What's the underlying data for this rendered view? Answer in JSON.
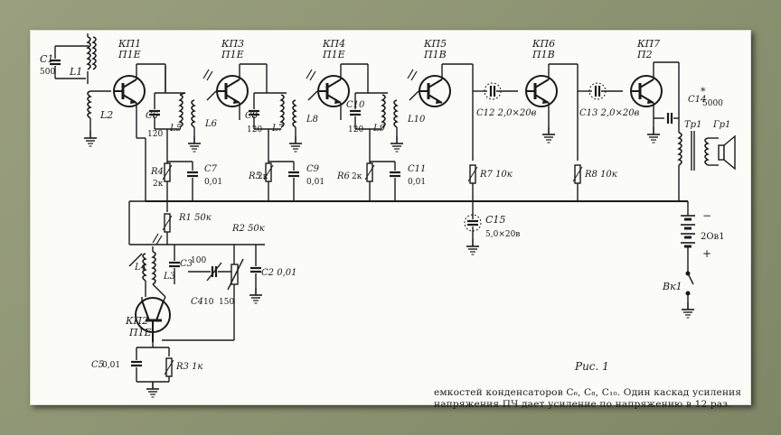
{
  "figure_label": "Рис. 1",
  "caption": "емкостей конденсаторов C₆, C₈, C₁₀. Один каскад усиления напряжения ПЧ дает усиление по напряжению в 12 раз.",
  "transistors": [
    {
      "id": "КП1",
      "type": "П1Е"
    },
    {
      "id": "КП2",
      "type": "П1Е"
    },
    {
      "id": "КП3",
      "type": "П1Е"
    },
    {
      "id": "КП4",
      "type": "П1Е"
    },
    {
      "id": "КП5",
      "type": "П1В"
    },
    {
      "id": "КП6",
      "type": "П1В"
    },
    {
      "id": "КП7",
      "type": "П2"
    }
  ],
  "labels": {
    "c1": "C1",
    "c1_val": "500",
    "l1": "L1",
    "l2": "L2",
    "c6": "C6",
    "c6_val": "120",
    "l5": "L5",
    "l6": "L6",
    "c8": "C8",
    "c8_val": "120",
    "l7": "L7",
    "l8": "L8",
    "c10": "C10",
    "c10_val": "120",
    "l9": "L9",
    "l10": "L10",
    "c12": "C12 2,0×20в",
    "c13": "C13 2,0×20в",
    "c14": "C14",
    "c14_star": "*",
    "c14_val": "5000",
    "tr1": "Тр1",
    "gr1": "Гр1",
    "r4": "R4",
    "r4_val": "2к",
    "c7": "C7",
    "c7_val": "0,01",
    "r5": "R5",
    "r5_val": "2к",
    "c9": "C9",
    "c9_val": "0,01",
    "r6": "R6",
    "r6_val": "2к",
    "c11": "C11",
    "c11_val": "0,01",
    "r7": "R7 10к",
    "r8": "R8 10к",
    "r1": "R1 50к",
    "r2": "R2 50к",
    "c15": "C15",
    "c15_val": "5,0×20в",
    "batt": "2Ов1",
    "minus": "−",
    "plus": "+",
    "bk1": "Вк1",
    "l3": "L3",
    "l4": "L4",
    "c3": "C3",
    "c3_val": "100",
    "c4": "C4",
    "c4_val": "10",
    "c4b": "150",
    "c2": "C2 0,01",
    "c5": "C5",
    "c5_val": "0,01",
    "r3": "R3 1к"
  }
}
